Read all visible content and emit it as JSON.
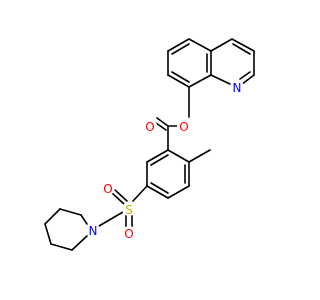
{
  "atom_labels": {
    "quinoline_n": "N",
    "ester_o_ring": "O",
    "carbonyl_o": "O",
    "sulfonyl_s": "S",
    "sulfonyl_o_upper": "O",
    "sulfonyl_o_lower": "O",
    "piperidine_n": "N"
  },
  "colors": {
    "bond": "#000000",
    "nitrogen": "#0000ff",
    "oxygen": "#ff0000",
    "sulfur": "#c8b400"
  }
}
